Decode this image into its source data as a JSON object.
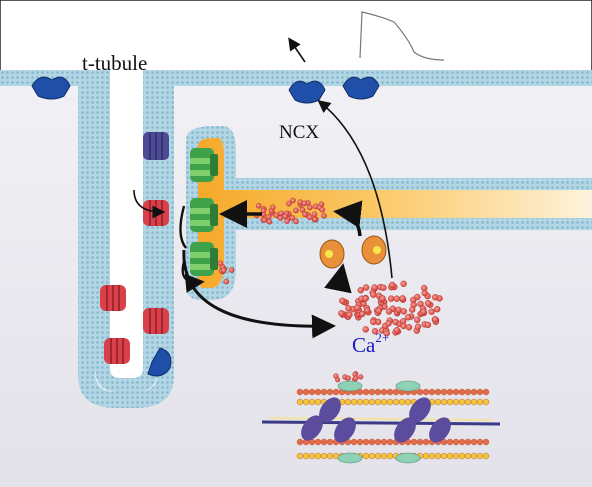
{
  "labels": {
    "t_tubule": "t-tubule",
    "ncx": "NCX",
    "ion_base": "Ca",
    "ion_charge": "2+"
  },
  "colors": {
    "membrane": "#a9cfdf",
    "membrane_dot": "#7eaec4",
    "cytoplasm": "#ecebf0",
    "sr_lumen_gold": "#f6b53a",
    "ryr_green": "#3fa14a",
    "ltcc_red": "#d9404a",
    "ncx_blue": "#1f4fa8",
    "calcium_red": "#e5544f",
    "ion_label_blue": "#1a1ac8"
  },
  "icons": [
    "ncx-exchanger-icon",
    "l-type-calcium-channel-icon",
    "ryanodine-receptor-icon",
    "serca-pump-icon",
    "sarcomere-myofilament-icon",
    "calcium-transient-trace-icon"
  ]
}
